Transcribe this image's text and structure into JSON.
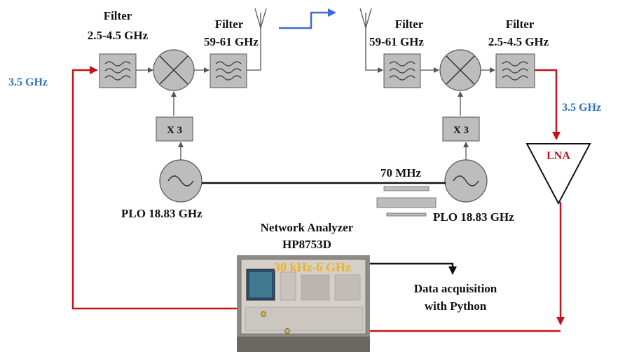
{
  "labels": {
    "filter_tx_if_title": "Filter",
    "filter_tx_if_band": "2.5-4.5 GHz",
    "filter_tx_rf_title": "Filter",
    "filter_tx_rf_band": "59-61 GHz",
    "filter_rx_rf_title": "Filter",
    "filter_rx_rf_band": "59-61 GHz",
    "filter_rx_if_title": "Filter",
    "filter_rx_if_band": "2.5-4.5 GHz",
    "tx_if_freq": "3.5 GHz",
    "rx_if_freq": "3.5 GHz",
    "tx_multiplier": "X 3",
    "rx_multiplier": "X 3",
    "tx_plo": "PLO 18.83 GHz",
    "rx_plo": "PLO 18.83 GHz",
    "ref_freq": "70 MHz",
    "lna": "LNA",
    "analyzer_name": "Network Analyzer",
    "analyzer_model": "HP8753D",
    "analyzer_range": "30 kHz-6 GHz",
    "data_acq_line1": "Data acquisition",
    "data_acq_line2": "with Python"
  },
  "colors": {
    "signal_path": "#c0141c",
    "if_label": "#2f6fc0",
    "range_label": "#f0b020",
    "block_fill": "#bdbdbd",
    "wireless_arrow": "#3a6fd0"
  }
}
